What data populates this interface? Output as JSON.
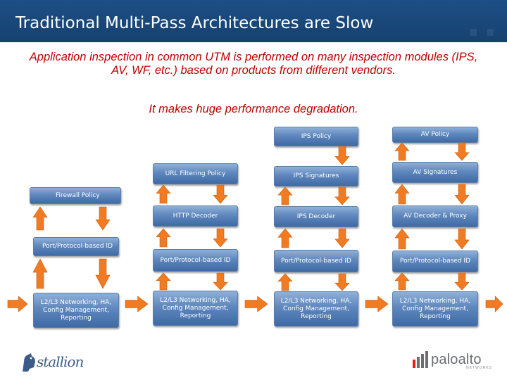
{
  "slide": {
    "title": "Traditional Multi-Pass Architectures are Slow",
    "subtitle": "Application inspection in common UTM is performed on many inspection modules (IPS, AV, WF, etc.) based on products from different vendors.",
    "emphasis": "It makes huge performance degradation."
  },
  "diagram": {
    "firewall_policy": "Firewall Policy",
    "port_protocol_id_bar": "Port/Protocol-based ID",
    "col1": {
      "base": "L2/L3 Networking, HA, Config Management, Reporting"
    },
    "col2": {
      "policy": "URL Filtering Policy",
      "decoder": "HTTP Decoder",
      "id": "Port/Protocol-based ID",
      "base": "L2/L3 Networking, HA, Config Management, Reporting"
    },
    "col3": {
      "policy": "IPS Policy",
      "signatures": "IPS Signatures",
      "decoder": "IPS Decoder",
      "id": "Port/Protocol-based ID",
      "base": "L2/L3 Networking, HA, Config Management, Reporting"
    },
    "col4": {
      "policy": "AV Policy",
      "signatures": "AV Signatures",
      "decoder": "AV Decoder & Proxy",
      "id": "Port/Protocol-based ID",
      "base": "L2/L3 Networking, HA, Config Management, Reporting"
    }
  },
  "footer": {
    "left_logo": "stallion",
    "right_logo": "paloalto",
    "right_logo_sub": "NETWORKS"
  },
  "colors": {
    "title_bar": "#1d4f86",
    "emphasis_text": "#c00000",
    "box_fill": "#5f87bd",
    "arrow": "#f07b22"
  }
}
